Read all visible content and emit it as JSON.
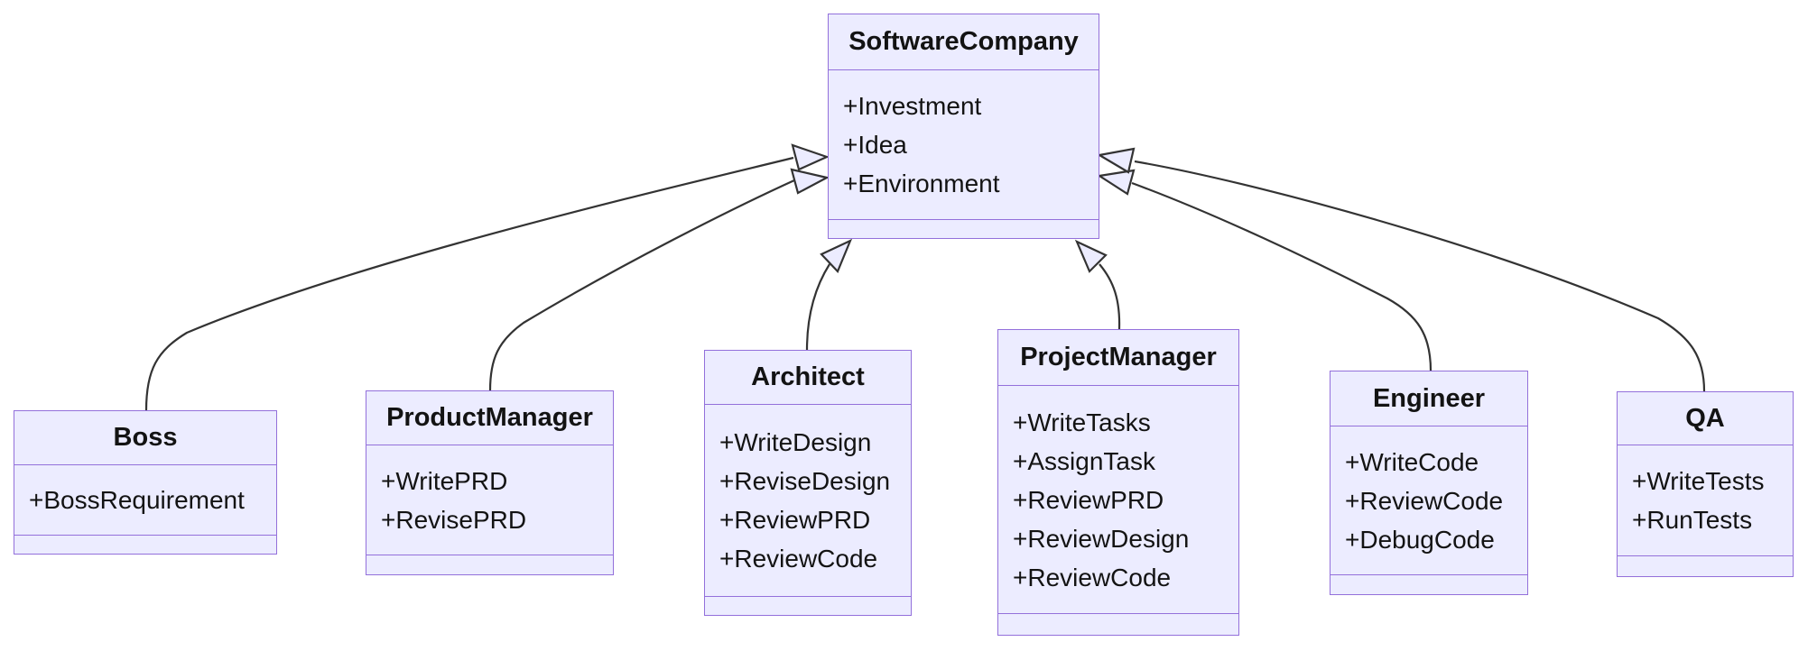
{
  "diagram": {
    "type": "uml-class-diagram",
    "classes": [
      {
        "name": "SoftwareCompany",
        "attributes": [
          "+Investment",
          "+Idea",
          "+Environment"
        ],
        "methods": []
      },
      {
        "name": "Boss",
        "attributes": [
          "+BossRequirement"
        ],
        "methods": []
      },
      {
        "name": "ProductManager",
        "attributes": [
          "+WritePRD",
          "+RevisePRD"
        ],
        "methods": []
      },
      {
        "name": "Architect",
        "attributes": [
          "+WriteDesign",
          "+ReviseDesign",
          "+ReviewPRD",
          "+ReviewCode"
        ],
        "methods": []
      },
      {
        "name": "ProjectManager",
        "attributes": [
          "+WriteTasks",
          "+AssignTask",
          "+ReviewPRD",
          "+ReviewDesign",
          "+ReviewCode"
        ],
        "methods": []
      },
      {
        "name": "Engineer",
        "attributes": [
          "+WriteCode",
          "+ReviewCode",
          "+DebugCode"
        ],
        "methods": []
      },
      {
        "name": "QA",
        "attributes": [
          "+WriteTests",
          "+RunTests"
        ],
        "methods": []
      }
    ],
    "relations": [
      {
        "from": "Boss",
        "to": "SoftwareCompany",
        "type": "inheritance"
      },
      {
        "from": "ProductManager",
        "to": "SoftwareCompany",
        "type": "inheritance"
      },
      {
        "from": "Architect",
        "to": "SoftwareCompany",
        "type": "inheritance"
      },
      {
        "from": "ProjectManager",
        "to": "SoftwareCompany",
        "type": "inheritance"
      },
      {
        "from": "Engineer",
        "to": "SoftwareCompany",
        "type": "inheritance"
      },
      {
        "from": "QA",
        "to": "SoftwareCompany",
        "type": "inheritance"
      }
    ],
    "theme": {
      "node_fill": "#ECECFF",
      "node_border": "#9370DB",
      "edge_color": "#333333",
      "text_color": "#131313",
      "background": "#FFFFFF"
    }
  }
}
